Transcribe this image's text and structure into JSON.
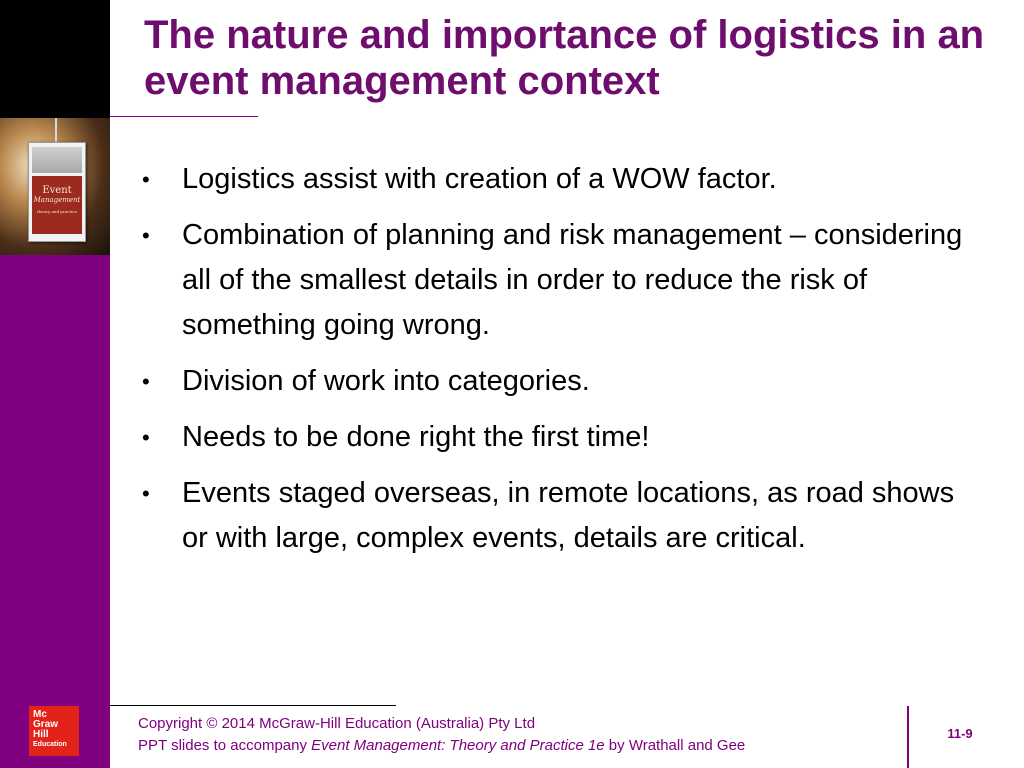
{
  "slide": {
    "title": "The nature and importance of logistics in an event management context",
    "bullets": [
      "Logistics assist with creation of a WOW factor.",
      "Combination of planning and risk management – considering all of the smallest details in order to reduce the risk of something going wrong.",
      "Division of work into categories.",
      "Needs to be done right the first time!",
      "Events staged overseas, in remote locations, as road shows or with large, complex events, details are critical."
    ],
    "bullet_symbol": "•",
    "book_cover": {
      "line1": "Event",
      "line2": "Management",
      "line3": "theory and practice"
    },
    "logo": {
      "line1": "Mc",
      "line2": "Graw",
      "line3": "Hill",
      "line4": "Education"
    },
    "footer": {
      "copyright": "Copyright © 2014 McGraw-Hill Education (Australia) Pty Ltd",
      "accompany_prefix": "PPT slides to accompany ",
      "book_title": "Event Management: Theory and Practice 1e",
      "authors": " by Wrathall and Gee"
    },
    "page_number": "11-9"
  },
  "colors": {
    "title": "#6e0d6e",
    "accent_purple": "#800080",
    "logo_red": "#e2231a",
    "left_top": "#000000"
  }
}
